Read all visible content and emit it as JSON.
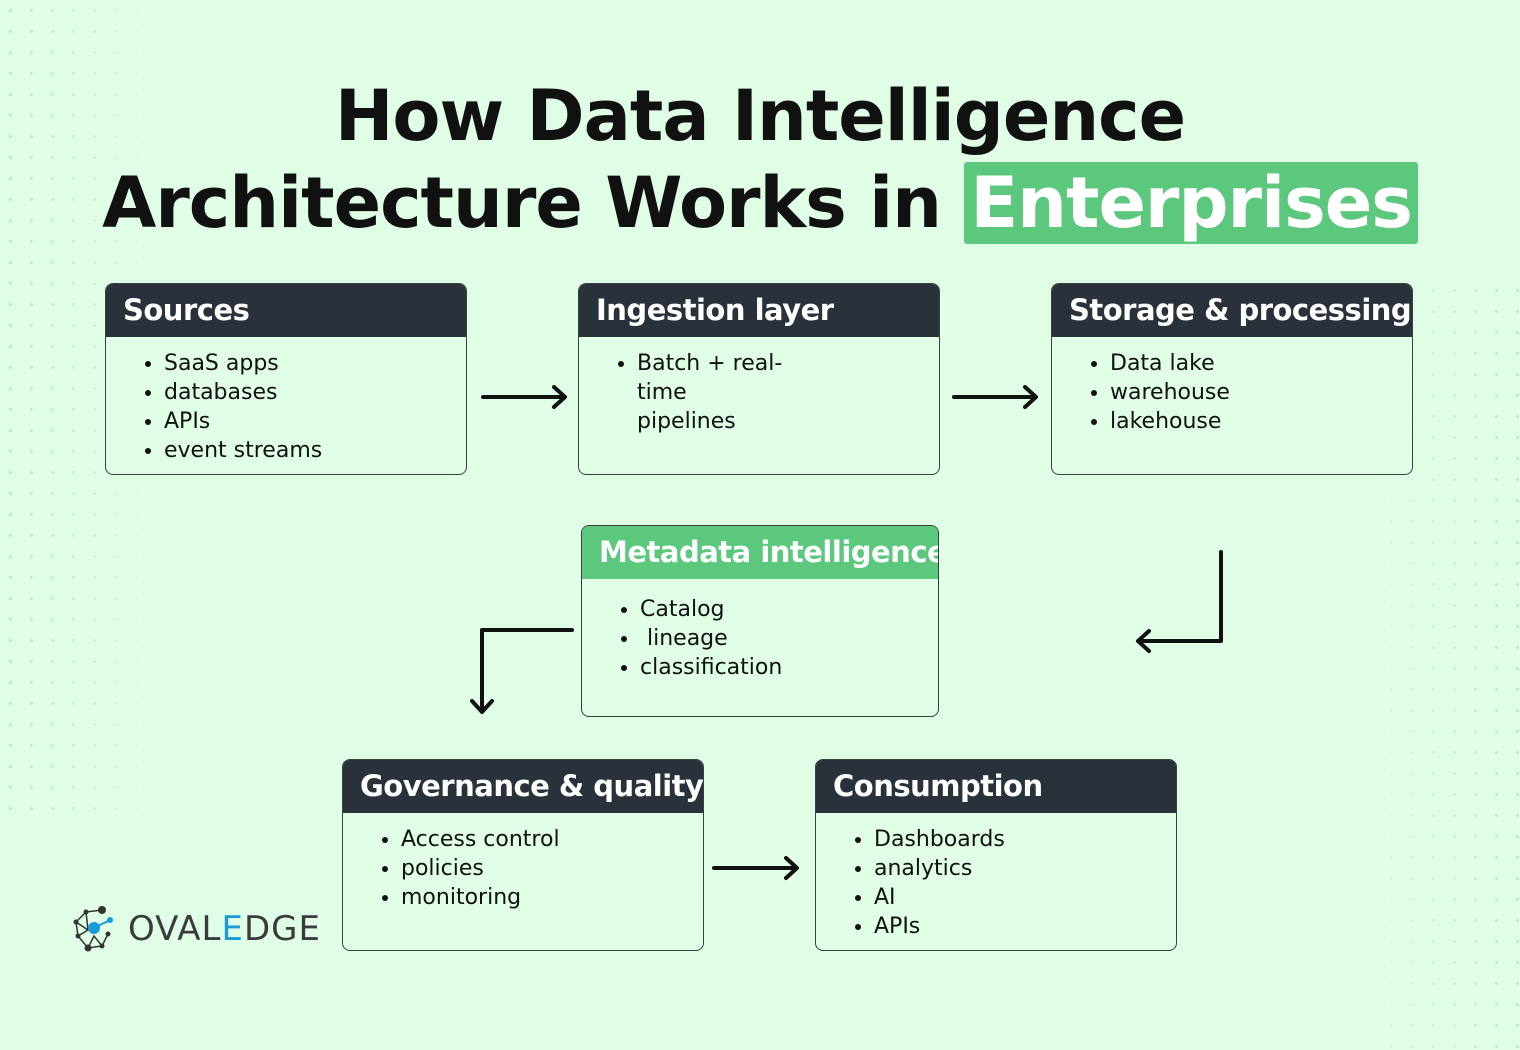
{
  "title": {
    "line1": "How Data Intelligence",
    "line2_prefix": "Architecture Works in ",
    "highlight": "Enterprises"
  },
  "colors": {
    "background": "#e0fde6",
    "accent_green": "#5cc87d",
    "header_dark": "#29323a",
    "logo_blue": "#1a9ad6"
  },
  "boxes": {
    "sources": {
      "title": "Sources",
      "items": [
        "SaaS apps",
        "databases",
        "APIs",
        "event streams"
      ]
    },
    "ingestion": {
      "title": "Ingestion layer",
      "items": [
        "Batch + real-time pipelines"
      ]
    },
    "storage": {
      "title": "Storage & processing",
      "items": [
        "Data lake",
        "warehouse",
        "lakehouse"
      ]
    },
    "metadata": {
      "title": "Metadata intelligence",
      "items": [
        "Catalog",
        " lineage",
        "classification"
      ]
    },
    "governance": {
      "title": "Governance & quality",
      "items": [
        "Access control",
        "policies",
        "monitoring"
      ]
    },
    "consumption": {
      "title": "Consumption",
      "items": [
        "Dashboards",
        "analytics",
        "AI",
        "APIs"
      ]
    }
  },
  "logo": {
    "text_pre": "OVAL",
    "text_e": "E",
    "text_post": "DGE"
  }
}
